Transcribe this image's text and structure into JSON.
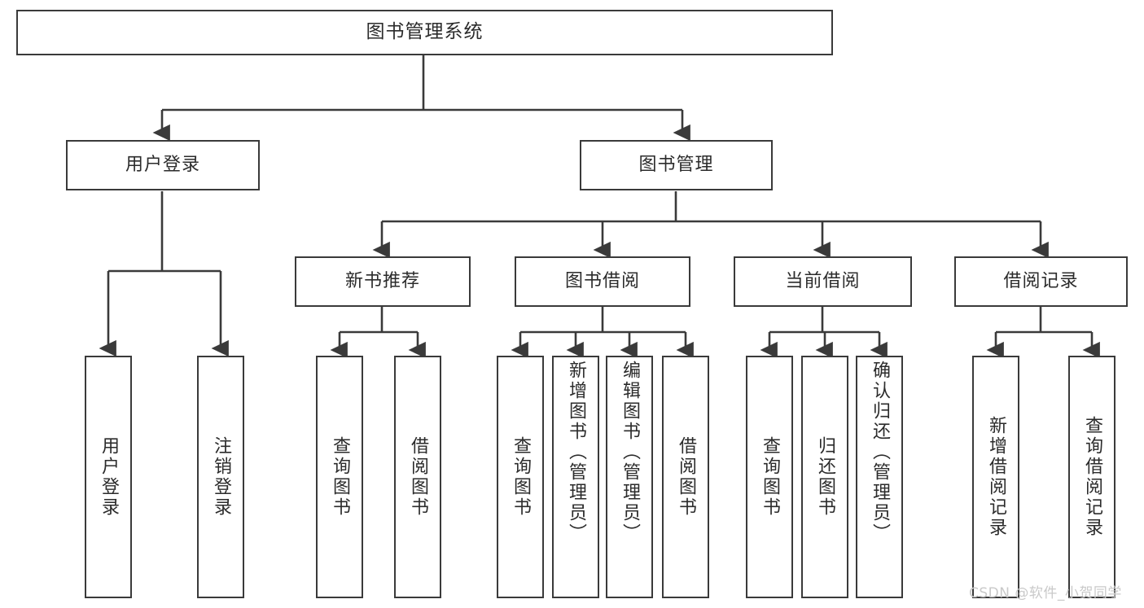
{
  "diagram": {
    "title": "图书管理系统",
    "root": {
      "label": "图书管理系统"
    },
    "level1": [
      {
        "label": "用户登录"
      },
      {
        "label": "图书管理"
      }
    ],
    "level2": [
      {
        "label": "新书推荐"
      },
      {
        "label": "图书借阅"
      },
      {
        "label": "当前借阅"
      },
      {
        "label": "借阅记录"
      }
    ],
    "leaves": {
      "user_login": [
        {
          "label": "用户登录"
        },
        {
          "label": "注销登录"
        }
      ],
      "new_book": [
        {
          "label": "查询图书"
        },
        {
          "label": "借阅图书"
        }
      ],
      "borrow_book": [
        {
          "label": "查询图书"
        },
        {
          "label": "新增图书（管理员）"
        },
        {
          "label": "编辑图书（管理员）"
        },
        {
          "label": "借阅图书"
        }
      ],
      "current_borrow": [
        {
          "label": "查询图书"
        },
        {
          "label": "归还图书"
        },
        {
          "label": "确认归还（管理员）"
        }
      ],
      "borrow_record": [
        {
          "label": "新增借阅记录"
        },
        {
          "label": "查询借阅记录"
        }
      ]
    }
  },
  "watermark": {
    "text": "CSDN @软件_小贺同学"
  },
  "colors": {
    "stroke": "#3a3a3a",
    "text": "#2b2b2b",
    "background": "#ffffff",
    "watermark": "#c9c9c9"
  }
}
